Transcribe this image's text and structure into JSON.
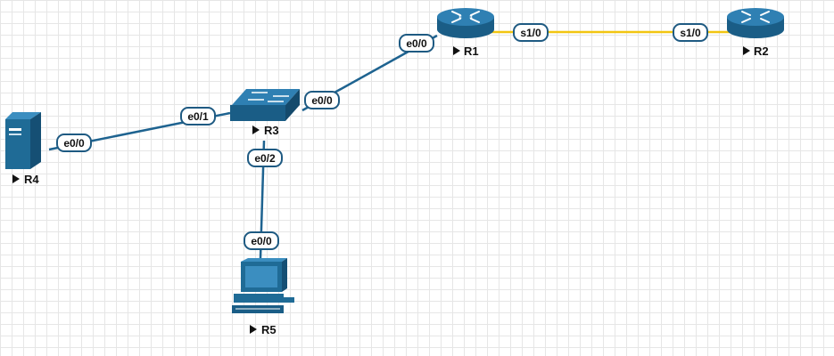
{
  "nodes": {
    "r1": {
      "label": "R1",
      "type": "router",
      "icon": "router-icon"
    },
    "r2": {
      "label": "R2",
      "type": "router",
      "icon": "router-icon"
    },
    "r3": {
      "label": "R3",
      "type": "switch",
      "icon": "switch-icon"
    },
    "r4": {
      "label": "R4",
      "type": "server",
      "icon": "server-icon"
    },
    "r5": {
      "label": "R5",
      "type": "pc",
      "icon": "pc-icon"
    }
  },
  "links": [
    {
      "id": "r1-r2",
      "kind": "serial",
      "a_port": "s1/0",
      "b_port": "s1/0"
    },
    {
      "id": "r3-r1",
      "kind": "ethernet",
      "a_port": "e0/0",
      "b_port": "e0/0"
    },
    {
      "id": "r3-r4",
      "kind": "ethernet",
      "a_port": "e0/1",
      "b_port": "e0/0"
    },
    {
      "id": "r3-r5",
      "kind": "ethernet",
      "a_port": "e0/2",
      "b_port": "e0/0"
    }
  ],
  "colors": {
    "ethernet_link": "#1e6390",
    "serial_link": "#f2c511",
    "device": "#1f6b96",
    "grid": "#e6e6e6"
  }
}
